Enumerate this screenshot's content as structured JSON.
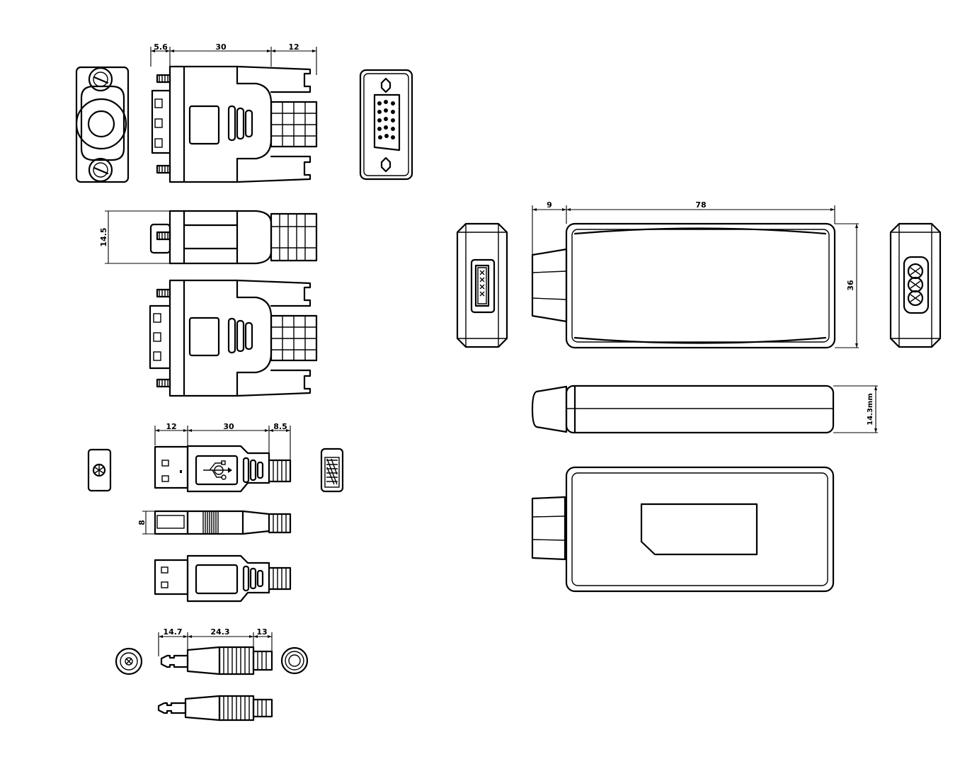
{
  "dimensions": {
    "vga_left": "5.6",
    "vga_body": "30",
    "vga_right": "12",
    "vga_height": "14.5",
    "usb_left": "12",
    "usb_body": "30",
    "usb_right": "8.5",
    "usb_height": "8",
    "jack_left": "14.7",
    "jack_body": "24.3",
    "jack_right": "13",
    "hdmi_left": "9",
    "hdmi_body": "78",
    "hdmi_height": "36",
    "hdmi_thickness": "14.3mm"
  }
}
